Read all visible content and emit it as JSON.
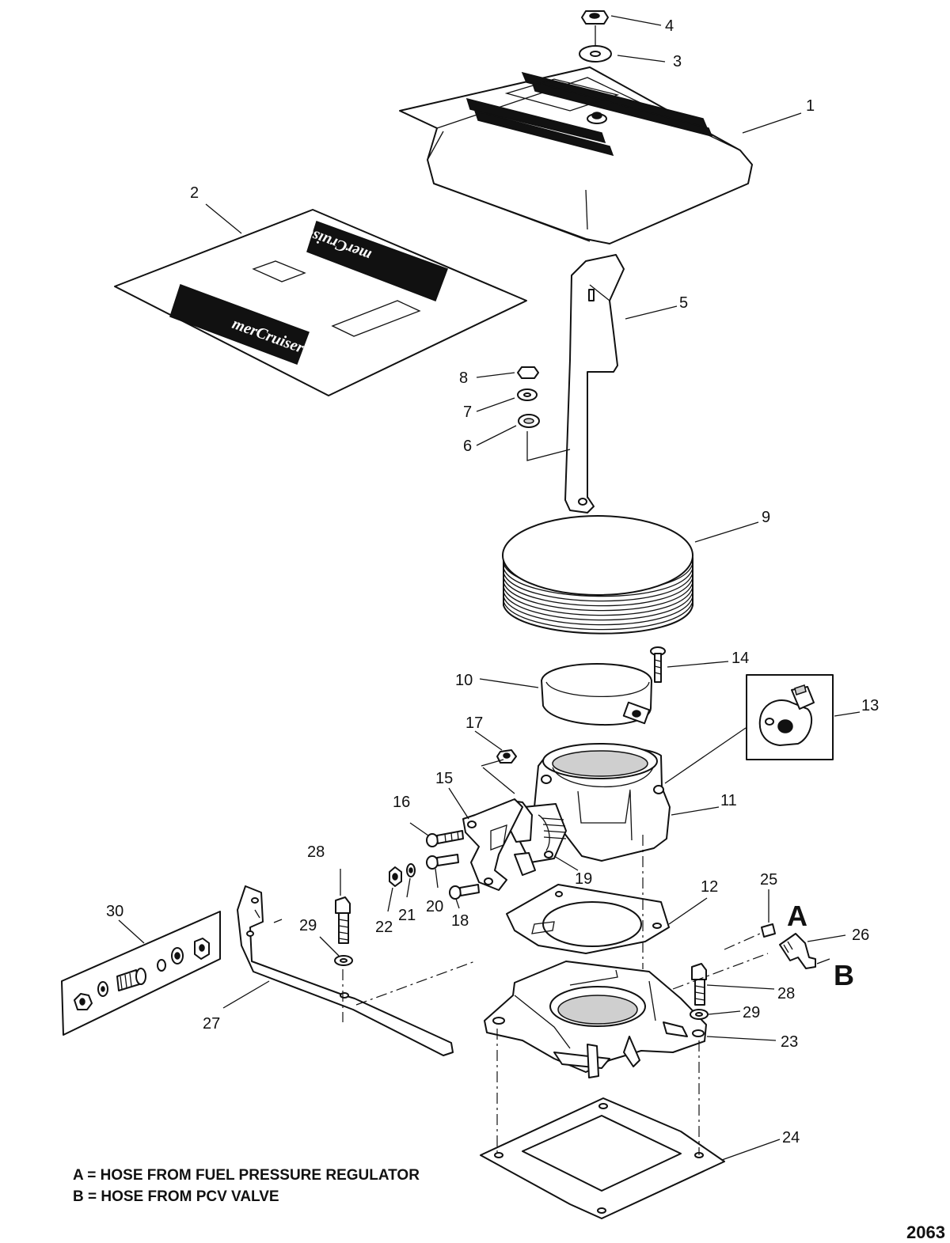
{
  "callouts": [
    "1",
    "2",
    "3",
    "4",
    "5",
    "6",
    "7",
    "8",
    "9",
    "10",
    "11",
    "12",
    "13",
    "14",
    "15",
    "16",
    "17",
    "18",
    "19",
    "20",
    "21",
    "22",
    "23",
    "24",
    "25",
    "26",
    "27",
    "28",
    "29",
    "30"
  ],
  "hose_markers": {
    "a": "A",
    "b": "B"
  },
  "logo_text": "merCruiser",
  "legend": {
    "a": "A = HOSE FROM FUEL PRESSURE REGULATOR",
    "b": "B = HOSE FROM PCV VALVE"
  },
  "figure_number": "2063"
}
